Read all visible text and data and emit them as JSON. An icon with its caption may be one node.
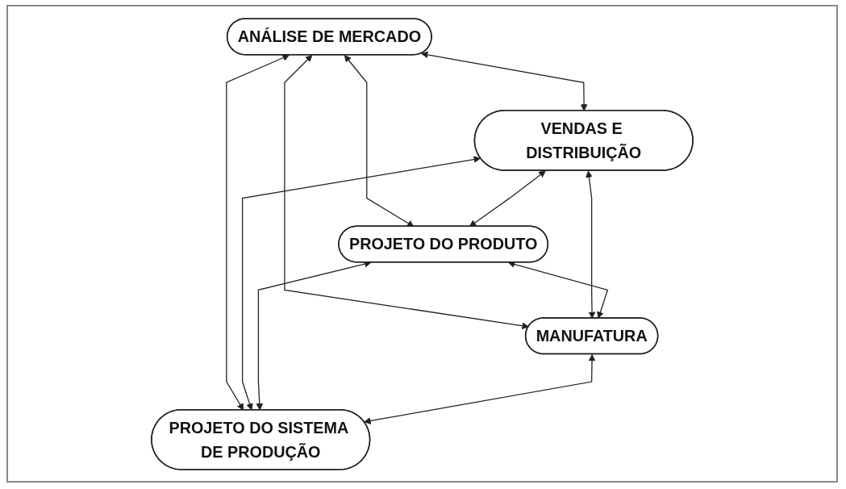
{
  "diagram": {
    "nodes": [
      {
        "text": [
          "ANÁLISE DE MERCADO"
        ]
      },
      {
        "text": [
          "VENDAS E DISTRIBUIÇÃO"
        ]
      },
      {
        "text": [
          "PROJETO DO PRODUTO"
        ]
      },
      {
        "text": [
          "MANUFATURA"
        ]
      },
      {
        "text": [
          "PROJETO DO SISTEMA DE PRODUÇÃO"
        ]
      }
    ],
    "edges": [
      {
        "from": 0,
        "to": 1,
        "arrow": "both"
      },
      {
        "from": 0,
        "to": 2,
        "arrow": "both"
      },
      {
        "from": 0,
        "to": 3,
        "arrow": "both"
      },
      {
        "from": 0,
        "to": 4,
        "arrow": "both"
      },
      {
        "from": 1,
        "to": 2,
        "arrow": "both"
      },
      {
        "from": 1,
        "to": 3,
        "arrow": "both"
      },
      {
        "from": 1,
        "to": 4,
        "arrow": "both"
      },
      {
        "from": 2,
        "to": 3,
        "arrow": "both"
      },
      {
        "from": 2,
        "to": 4,
        "arrow": "both"
      },
      {
        "from": 3,
        "to": 4,
        "arrow": "both"
      }
    ]
  }
}
